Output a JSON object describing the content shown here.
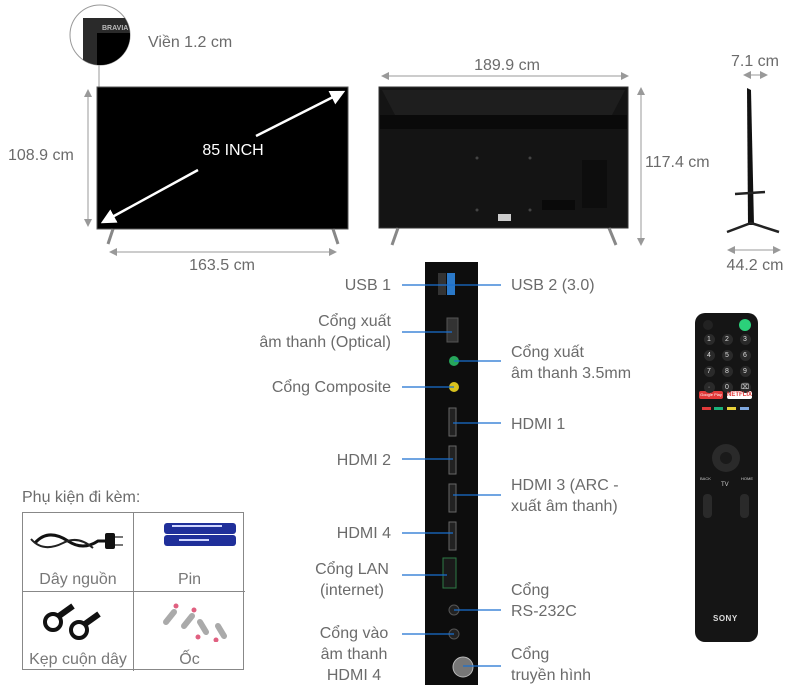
{
  "bezel": {
    "brand": "BRAVIA",
    "label": "Viền 1.2 cm"
  },
  "front": {
    "height": "108.9 cm",
    "width": "163.5 cm",
    "diagonal": "85 INCH"
  },
  "back": {
    "width": "189.9 cm",
    "height": "117.4 cm"
  },
  "side": {
    "depth": "7.1 cm",
    "stand_depth": "44.2 cm"
  },
  "ports_left": [
    {
      "lines": [
        "USB 1"
      ]
    },
    {
      "lines": [
        "Cổng xuất",
        "âm thanh (Optical)"
      ]
    },
    {
      "lines": [
        "Cổng Composite"
      ]
    },
    {
      "lines": [
        "HDMI 2"
      ]
    },
    {
      "lines": [
        "HDMI 4"
      ]
    },
    {
      "lines": [
        "Cổng LAN",
        "(internet)"
      ]
    },
    {
      "lines": [
        "Cổng vào",
        "âm thanh",
        "HDMI 4"
      ]
    }
  ],
  "ports_right": [
    {
      "lines": [
        "USB 2 (3.0)"
      ]
    },
    {
      "lines": [
        "Cổng xuất",
        "âm thanh 3.5mm"
      ]
    },
    {
      "lines": [
        "HDMI 1"
      ]
    },
    {
      "lines": [
        "HDMI 3 (ARC -",
        "xuất âm thanh)"
      ]
    },
    {
      "lines": [
        "Cổng",
        "RS-232C"
      ]
    },
    {
      "lines": [
        "Cổng",
        "truyền hình"
      ]
    }
  ],
  "accessories": {
    "title": "Phụ kiện đi kèm:",
    "items": [
      {
        "label": "Dây nguồn",
        "icon": "power-cord-icon"
      },
      {
        "label": "Pin",
        "icon": "battery-icon"
      },
      {
        "label": "Kẹp cuộn dây",
        "icon": "cable-clip-icon"
      },
      {
        "label": "Ốc",
        "icon": "screw-icon"
      }
    ]
  },
  "remote": {
    "numbers": [
      "1",
      "2",
      "3",
      "4",
      "5",
      "6",
      "7",
      "8",
      "9",
      "·",
      "0",
      "⌧"
    ],
    "google_play": "Google Play",
    "netflix": "NETFLIX",
    "tv": "TV",
    "back": "BACK",
    "home": "HOME",
    "brand": "SONY",
    "colors": [
      "#e23a3a",
      "#1bb27a",
      "#e8d23a",
      "#7fa8e0"
    ]
  },
  "colors": {
    "callout_line": "#1a6fd0",
    "text": "#6b6b6b"
  }
}
